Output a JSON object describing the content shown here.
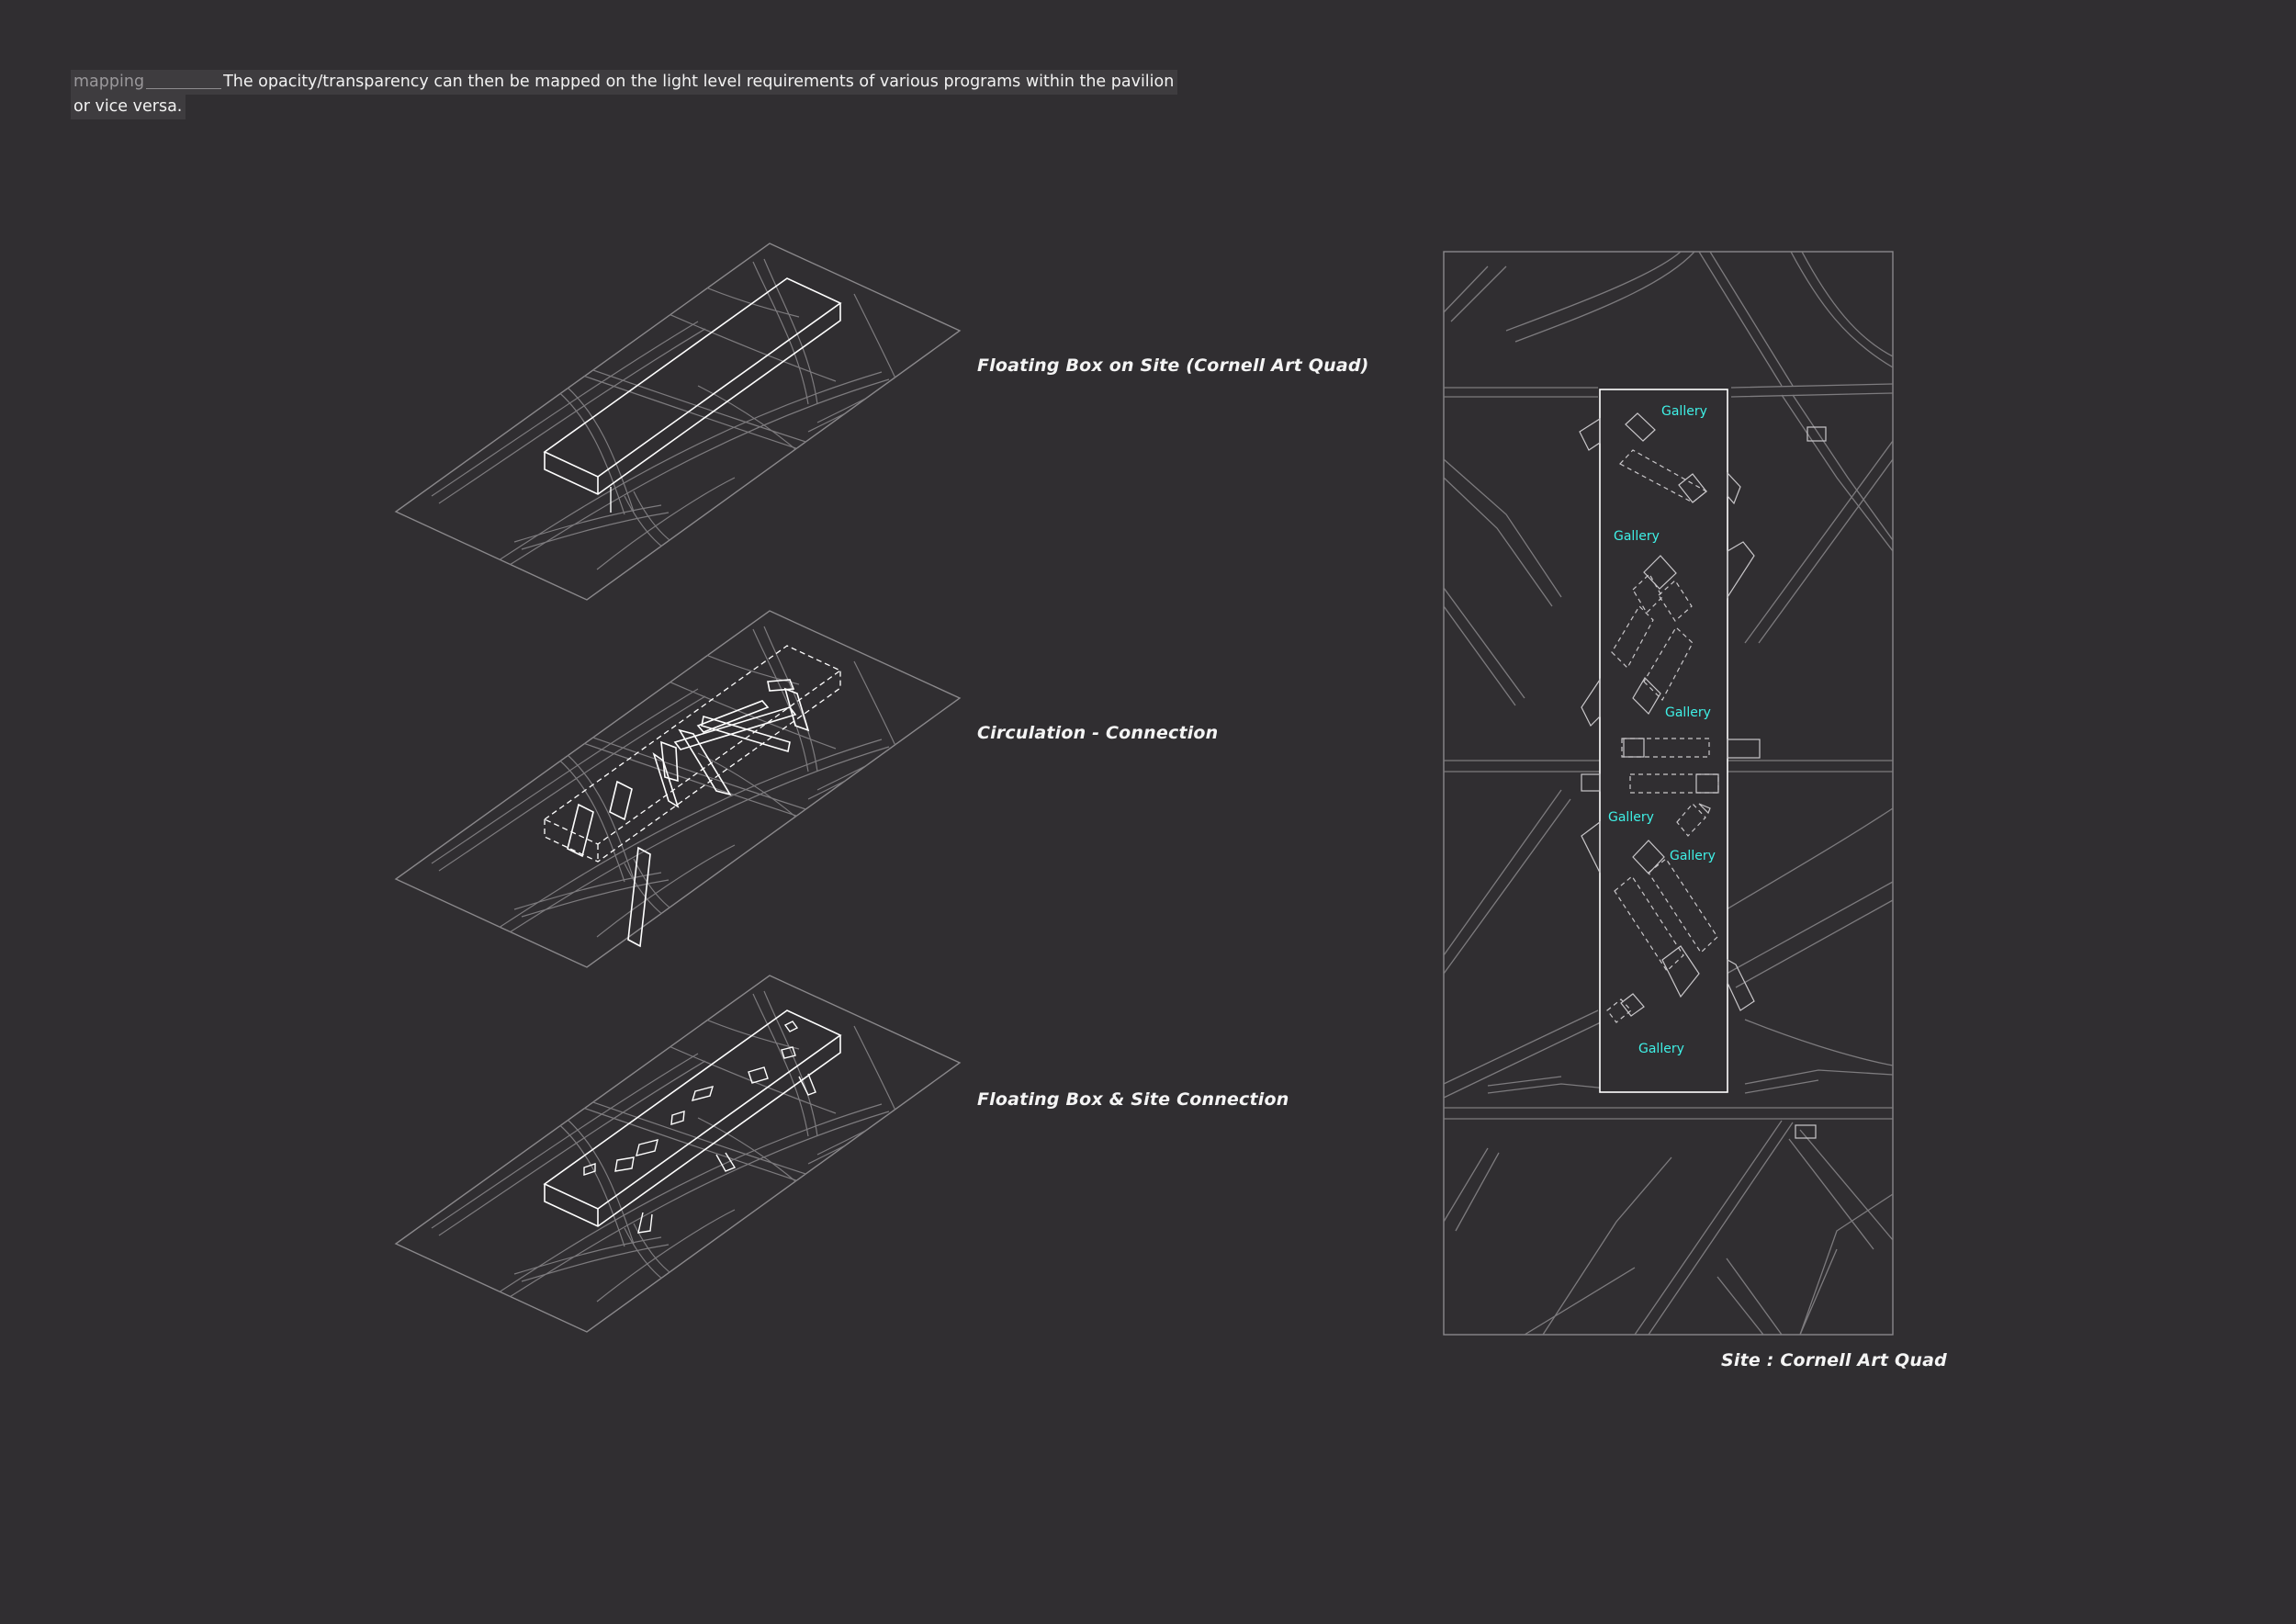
{
  "intro": {
    "tag": "mapping",
    "line1": "The opacity/transparency can then be mapped on the light level requirements of various programs within the pavilion",
    "line2": "or vice versa."
  },
  "captions": {
    "top": "Floating Box on Site (Cornell Art Quad)",
    "middle": "Circulation - Connection",
    "bottom": "Floating Box & Site Connection",
    "site": "Site : Cornell Art Quad"
  },
  "plan": {
    "labels": [
      "Gallery",
      "Gallery",
      "Gallery",
      "Gallery",
      "Gallery",
      "Gallery"
    ]
  },
  "colors": {
    "background": "#302e31",
    "linework": "#8a888b",
    "highlight": "#ffffff",
    "gallery_label": "#3ff0e6"
  }
}
